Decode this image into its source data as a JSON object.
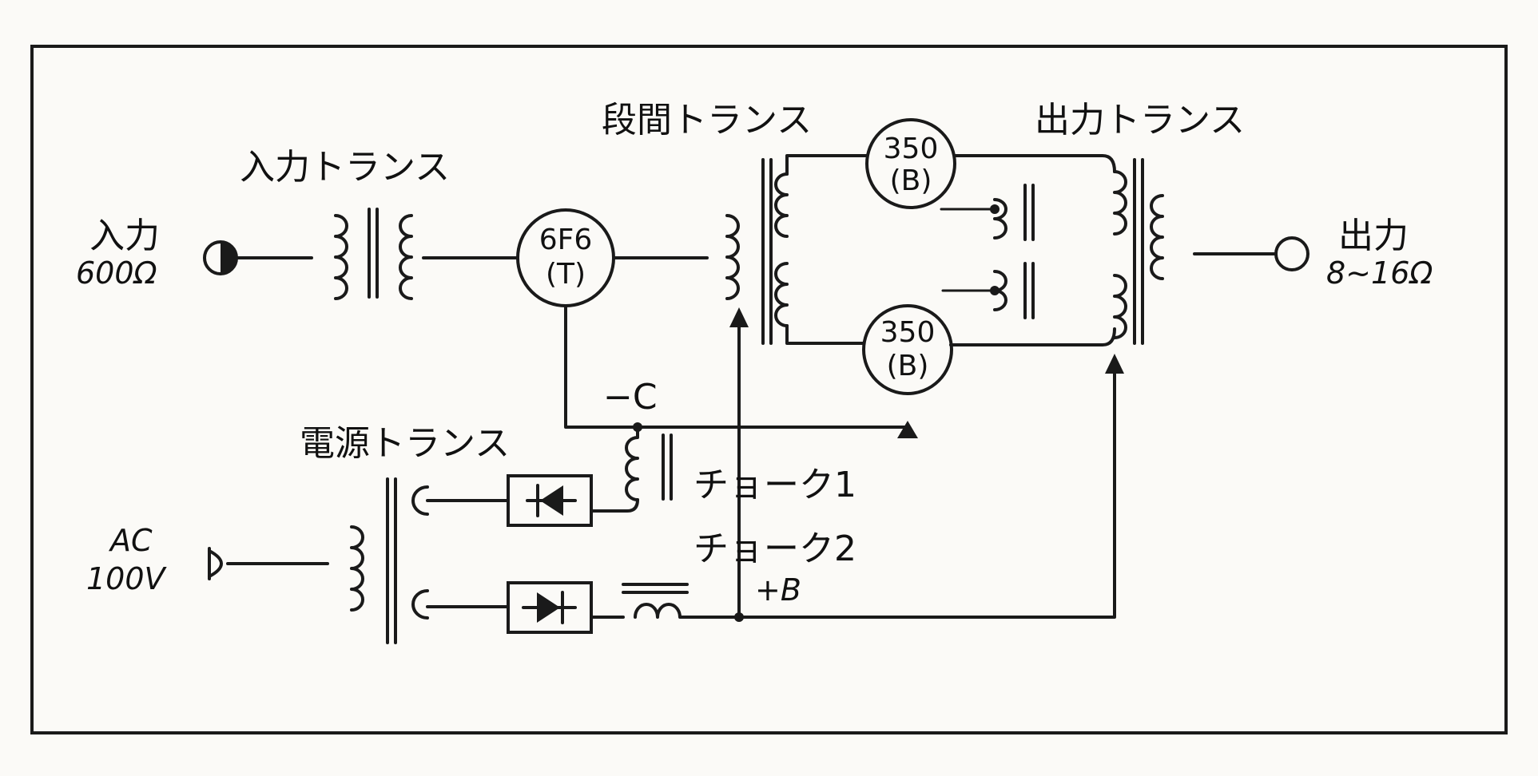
{
  "labels": {
    "input_transformer": "入力トランス",
    "interstage_transformer": "段間トランス",
    "output_transformer": "出力トランス",
    "power_transformer": "電源トランス",
    "input": "入力",
    "input_impedance": "600Ω",
    "output": "出力",
    "output_impedance": "8~16Ω",
    "ac_label": "AC",
    "ac_voltage": "100V",
    "minus_c": "−C",
    "choke1": "チョーク1",
    "choke2": "チョーク2",
    "plus_b": "+B"
  },
  "tubes": {
    "driver": {
      "type": "6F6",
      "mode": "(T)"
    },
    "output_upper": {
      "type": "350",
      "mode": "(B)"
    },
    "output_lower": {
      "type": "350",
      "mode": "(B)"
    }
  }
}
